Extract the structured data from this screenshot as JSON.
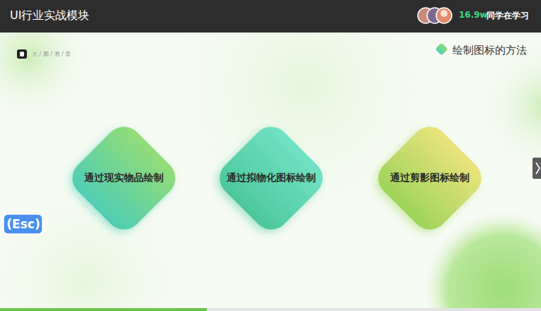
{
  "diagram": {
    "title": "UI行业实战模块",
    "nodes": [
      {
        "text": [
          "通过现实物品绘制"
        ]
      },
      {
        "text": [
          "通过拟物化图标绘制"
        ]
      },
      {
        "text": [
          "通过剪影图标绘制"
        ]
      }
    ],
    "labels": [
      "16.9w",
      "同学在学习",
      "大 / 鹏 / 教 / 育",
      "绘制图标的方法",
      "(Esc)"
    ]
  }
}
